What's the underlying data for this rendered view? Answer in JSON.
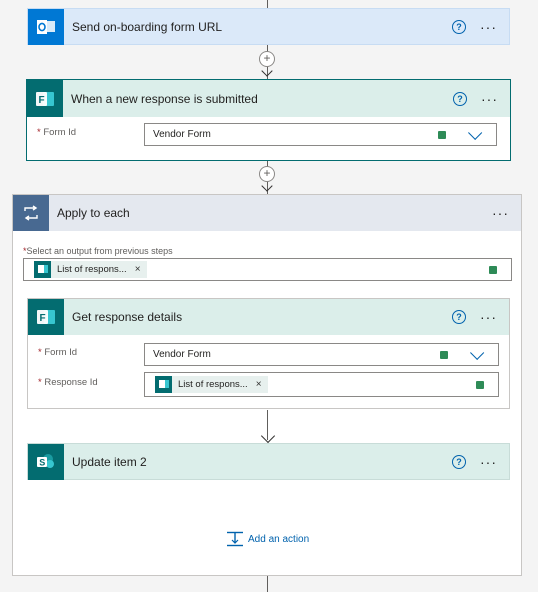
{
  "steps": {
    "send_form": {
      "title": "Send on-boarding form URL"
    },
    "trigger": {
      "title": "When a new response is submitted",
      "form_id_label": "Form Id",
      "form_id_value": "Vendor Form"
    },
    "apply": {
      "title": "Apply to each",
      "select_label": "Select an output from previous steps",
      "token": "List of respons..."
    },
    "get_details": {
      "title": "Get response details",
      "form_id_label": "Form Id",
      "form_id_value": "Vendor Form",
      "response_id_label": "Response Id",
      "token": "List of respons..."
    },
    "update": {
      "title": "Update item 2"
    },
    "add_action": "Add an action"
  },
  "common": {
    "required_marker": "*",
    "help": "?",
    "more": "···",
    "remove": "×",
    "plus": "+"
  },
  "colors": {
    "outlook_blue": "#0078d4",
    "forms_teal": "#036c70",
    "loop_blue": "#486991",
    "accent": "#0062ad",
    "dynamic_green": "#2e8b57"
  }
}
